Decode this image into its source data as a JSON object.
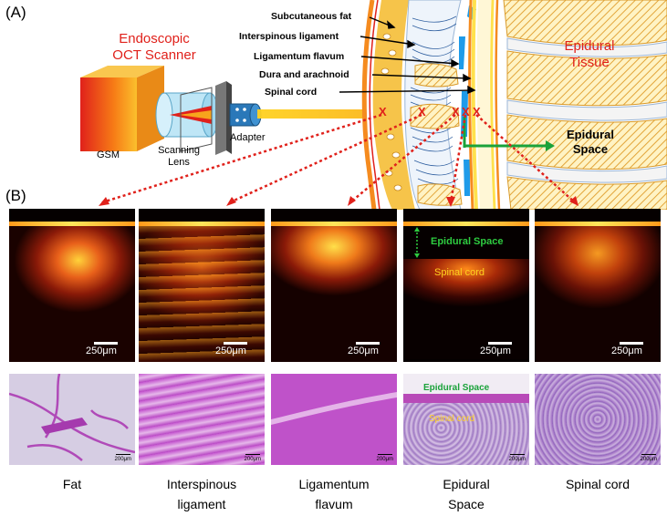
{
  "panel_a": {
    "letter": "(A)",
    "scanner_title": "Endoscopic\nOCT Scanner",
    "gsm": "GSM",
    "scanning_lens": "Scanning\nLens",
    "adapter": "Adapter",
    "tissue_labels": [
      "Subcutaneous fat",
      "Interspinous ligament",
      "Ligamentum flavum",
      "Dura and arachnoid",
      "Spinal cord"
    ],
    "epidural_tissue": "Epidural\nTissue",
    "epidural_space": "Epidural\nSpace",
    "marker_glyph": "X",
    "colors": {
      "red": "#e0211b",
      "orange": "#f5a623",
      "yellow": "#ffd21f",
      "blue": "#1e9be9",
      "green": "#1aa23a"
    }
  },
  "panel_b": {
    "letter": "(B)",
    "scale_label": "250μm",
    "histo_scale_label": "200μm",
    "oct_annotations": {
      "epidural_space": "Epidural Space",
      "spinal_cord": "Spinal cord"
    },
    "histo_annotations": {
      "epidural_space": "Epidural Space",
      "spinal_cord": "Spinal cord"
    },
    "captions": [
      "Fat",
      "Interspinous\nligament",
      "Ligamentum\nflavum",
      "Epidural\nSpace",
      "Spinal cord"
    ]
  }
}
